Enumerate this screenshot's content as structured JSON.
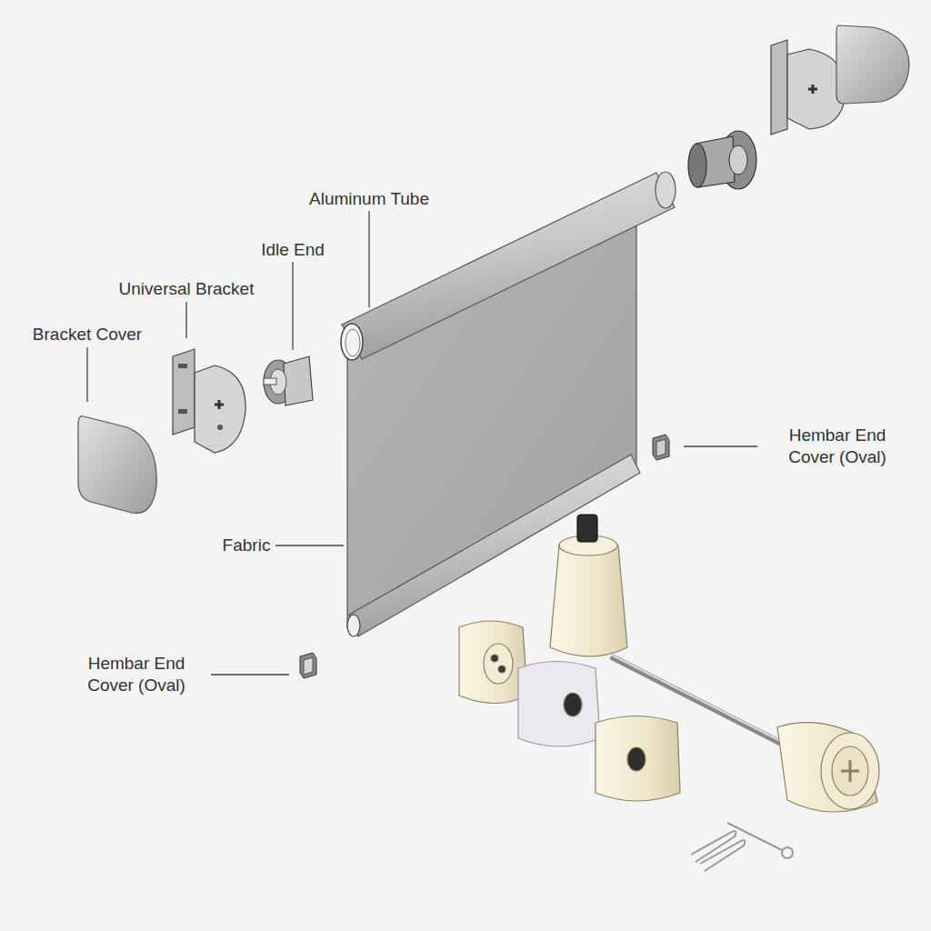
{
  "diagram": {
    "labels": [
      "Aluminum Tube",
      "Idle End",
      "Universal Bracket",
      "Bracket Cover",
      "Hembar End Cover (Oval)",
      "Fabric",
      "Hembar End Cover (Oval)"
    ]
  }
}
